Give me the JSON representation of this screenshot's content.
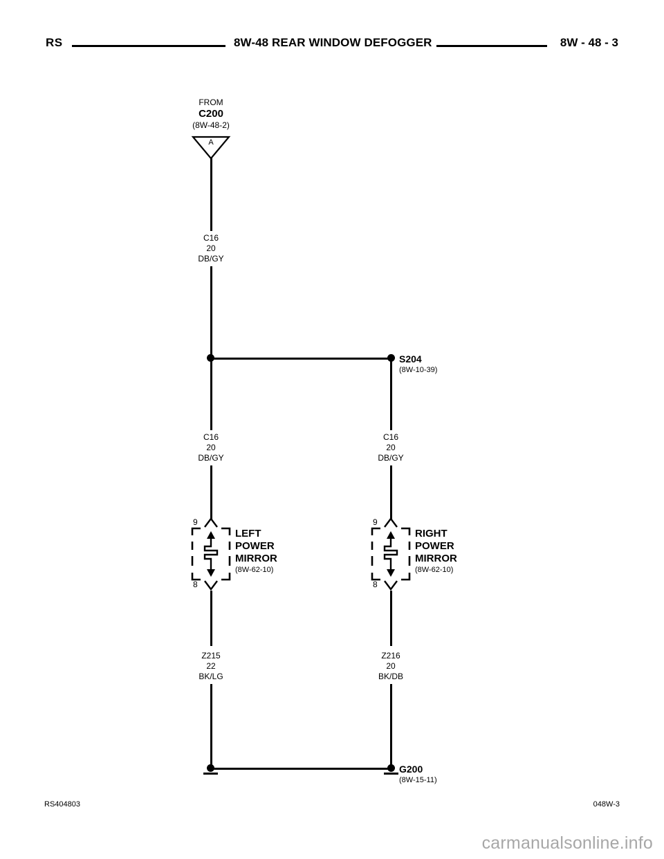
{
  "header": {
    "left": "RS",
    "title": "8W-48 REAR WINDOW DEFOGGER",
    "right": "8W - 48 - 3"
  },
  "footer": {
    "left": "RS404803",
    "right": "048W-3",
    "watermark": "carmanualsonline.info"
  },
  "diagram": {
    "from_connector": {
      "prefix": "FROM",
      "name": "C200",
      "reference": "(8W-48-2)",
      "pin_letter": "A"
    },
    "wires": {
      "top": {
        "circuit": "C16",
        "gauge": "20",
        "color": "DB/GY"
      },
      "left_mid": {
        "circuit": "C16",
        "gauge": "20",
        "color": "DB/GY"
      },
      "right_mid": {
        "circuit": "C16",
        "gauge": "20",
        "color": "DB/GY"
      },
      "left_bottom": {
        "circuit": "Z215",
        "gauge": "22",
        "color": "BK/LG"
      },
      "right_bottom": {
        "circuit": "Z216",
        "gauge": "20",
        "color": "BK/DB"
      }
    },
    "splice": {
      "name": "S204",
      "reference": "(8W-10-39)"
    },
    "ground": {
      "name": "G200",
      "reference": "(8W-15-11)"
    },
    "components": [
      {
        "id": "left-power-mirror",
        "line1": "LEFT",
        "line2": "POWER",
        "line3": "MIRROR",
        "reference": "(8W-62-10)",
        "pin_top": "9",
        "pin_bottom": "8"
      },
      {
        "id": "right-power-mirror",
        "line1": "RIGHT",
        "line2": "POWER",
        "line3": "MIRROR",
        "reference": "(8W-62-10)",
        "pin_top": "9",
        "pin_bottom": "8"
      }
    ]
  }
}
